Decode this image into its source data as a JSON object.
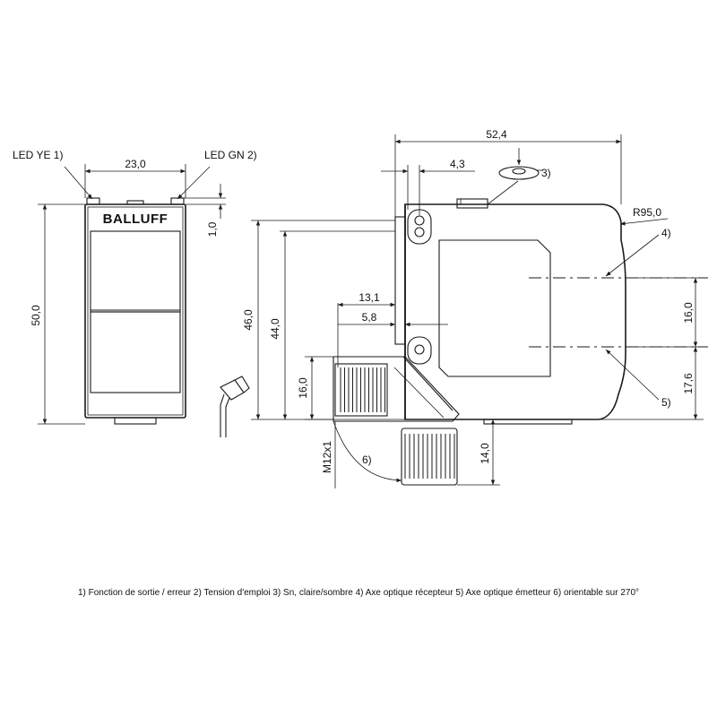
{
  "drawing": {
    "brand": "BALLUFF",
    "labels": {
      "led_ye": "LED YE 1)",
      "led_gn": "LED GN 2)",
      "callout_3": "3)",
      "callout_4": "4)",
      "callout_5": "5)",
      "callout_6": "6)",
      "radius": "R95,0",
      "thread": "M12x1"
    },
    "dimensions": {
      "front_width": "23,0",
      "front_height": "50,0",
      "led_offset": "1,0",
      "overall_width": "52,4",
      "hole_offset": "4,3",
      "height_46": "46,0",
      "height_44": "44,0",
      "connector_13": "13,1",
      "connector_5": "5,8",
      "connector_16": "16,0",
      "axis_spacing": "16,0",
      "axis_bottom": "17,6",
      "connector_depth": "14,0"
    },
    "legend": "1) Fonction de sortie / erreur  2) Tension d'emploi  3) Sn, claire/sombre  4) Axe optique récepteur  5) Axe optique émetteur  6) orientable sur 270°"
  }
}
